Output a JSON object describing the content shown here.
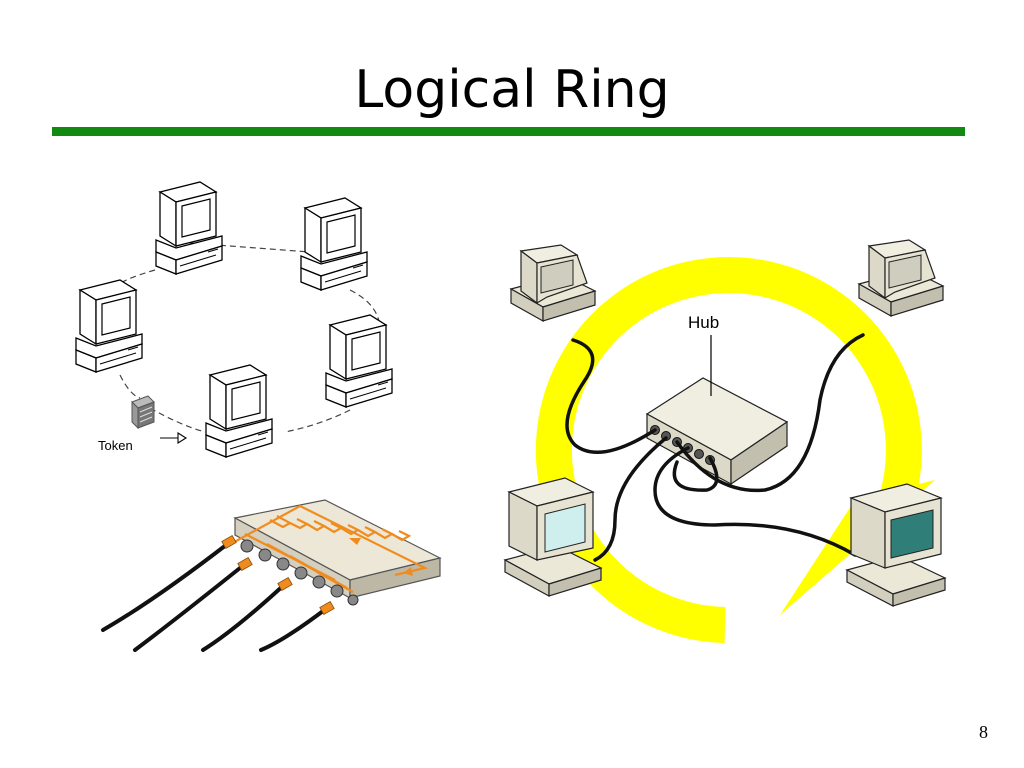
{
  "slide": {
    "title": "Logical Ring",
    "page_number": "8"
  },
  "ring_diagram": {
    "token_label": "Token"
  },
  "hub_diagram": {
    "hub_label": "Hub",
    "ring_color": "#ffff00",
    "cable_color": "#111111"
  },
  "hub_closeup": {
    "path_color": "#f08c1e"
  },
  "colors": {
    "title_rule": "#128a12",
    "computer_beige": "#e8e6d6",
    "screen_cyan": "#cfeeee",
    "screen_teal": "#2f7f78"
  }
}
